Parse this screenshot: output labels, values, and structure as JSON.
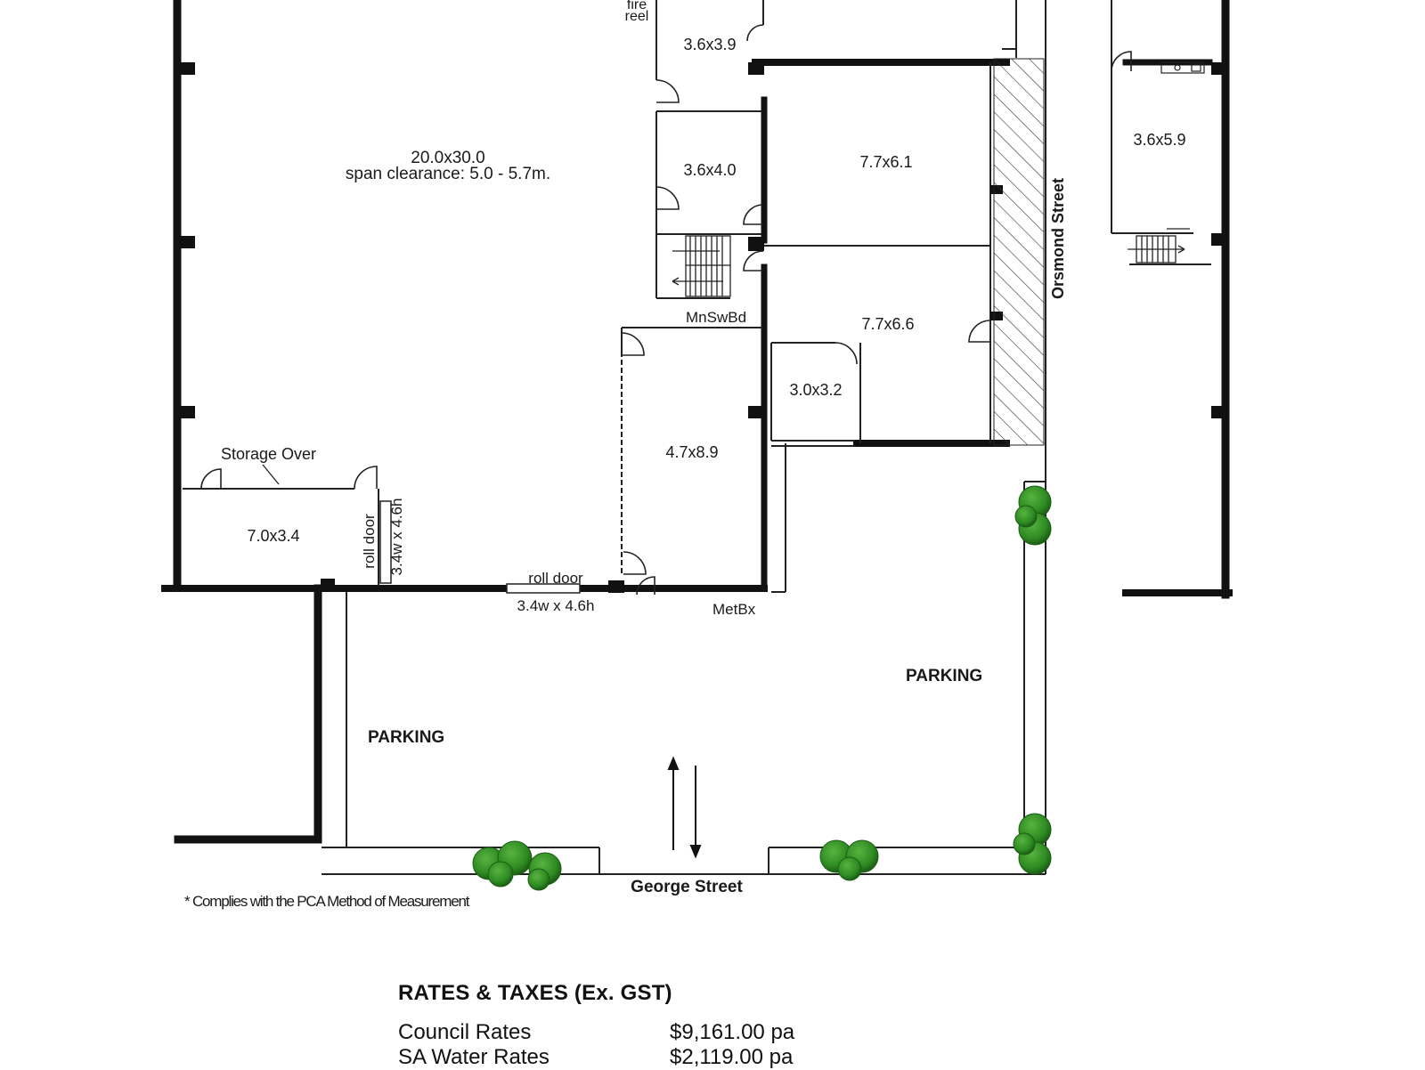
{
  "plan": {
    "rooms": {
      "main_hall": "20.0x30.0",
      "main_hall_note": "span clearance: 5.0 - 5.7m.",
      "r_3_6x3_9": "3.6x3.9",
      "r_3_6x4_0": "3.6x4.0",
      "r_7_7x6_1": "7.7x6.1",
      "r_7_7x6_6": "7.7x6.6",
      "r_3_0x3_2": "3.0x3.2",
      "r_4_7x8_9": "4.7x8.9",
      "r_7_0x3_4": "7.0x3.4",
      "r_3_6x5_9": "3.6x5.9"
    },
    "labels": {
      "fire_reel_1": "fire",
      "fire_reel_2": "reel",
      "storage_over": "Storage Over",
      "mnswbd": "MnSwBd",
      "metbx": "MetBx",
      "roll_door_side": "roll door",
      "roll_door_side_size": "3.4w x 4.6h",
      "roll_door_front": "roll door",
      "roll_door_front_size": "3.4w x 4.6h",
      "parking_left": "PARKING",
      "parking_right": "PARKING",
      "orsmond_street": "Orsmond Street",
      "george_street": "George Street",
      "pca_note": "* Complies with the PCA Method of Measurement"
    },
    "colors": {
      "wall": "#111111",
      "tree": "#2e8b22",
      "tree_dark": "#1c5e14",
      "hatch": "#333333"
    }
  },
  "rates": {
    "title": "RATES & TAXES (Ex. GST)",
    "rows": [
      {
        "label": "Council Rates",
        "value": "$9,161.00 pa"
      },
      {
        "label": "SA Water Rates",
        "value": "$2,119.00 pa"
      }
    ]
  }
}
